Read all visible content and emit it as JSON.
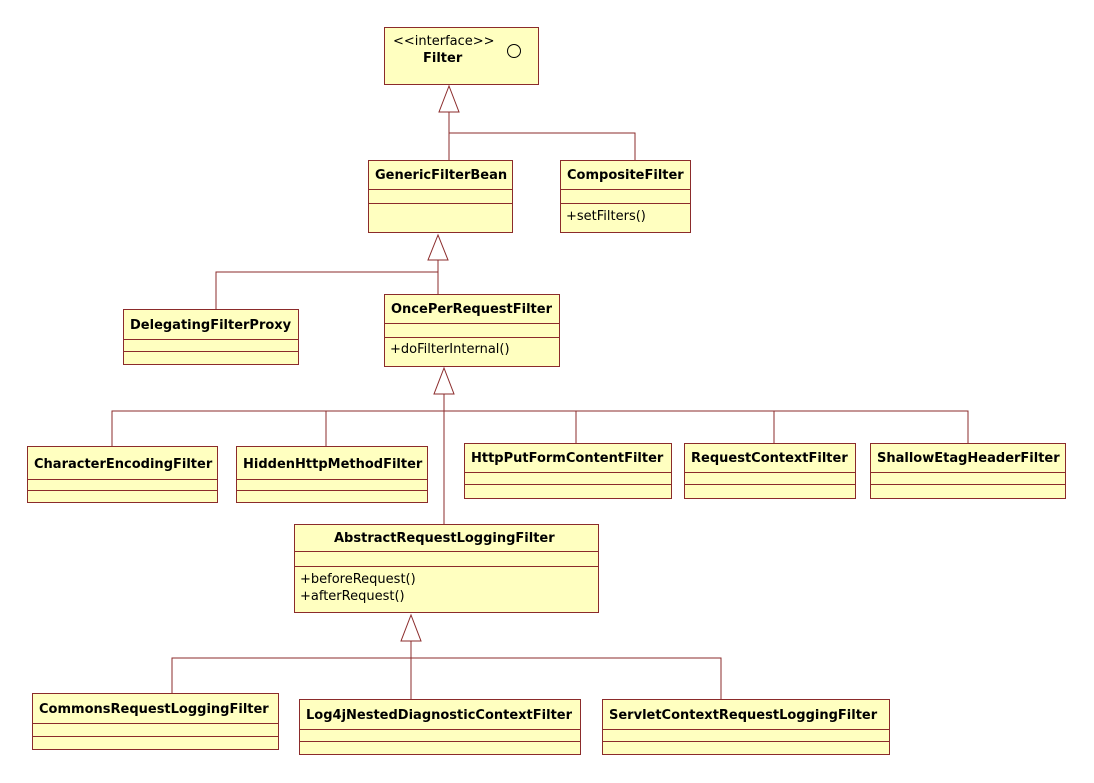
{
  "colors": {
    "fill": "#ffffc0",
    "stroke": "#8b2b2b"
  },
  "filter": {
    "stereotype": "<<interface>>",
    "name": "Filter",
    "icon": "interface-circle-icon"
  },
  "classes": {
    "generic_filter_bean": {
      "name": "GenericFilterBean"
    },
    "composite_filter": {
      "name": "CompositeFilter",
      "ops": [
        "+setFilters()"
      ]
    },
    "delegating_filter_proxy": {
      "name": "DelegatingFilterProxy"
    },
    "once_per_request_filter": {
      "name": "OncePerRequestFilter",
      "ops": [
        "+doFilterInternal()"
      ]
    },
    "character_encoding_filter": {
      "name": "CharacterEncodingFilter"
    },
    "hidden_http_method_filter": {
      "name": "HiddenHttpMethodFilter"
    },
    "http_put_form_content_filter": {
      "name": "HttpPutFormContentFilter"
    },
    "request_context_filter": {
      "name": "RequestContextFilter"
    },
    "shallow_etag_header_filter": {
      "name": "ShallowEtagHeaderFilter"
    },
    "abstract_request_logging_filter": {
      "name": "AbstractRequestLoggingFilter",
      "ops": [
        "+beforeRequest()",
        "+afterRequest()"
      ]
    },
    "commons_request_logging_filter": {
      "name": "CommonsRequestLoggingFilter"
    },
    "log4j_nested_diagnostic_context_filter": {
      "name": "Log4jNestedDiagnosticContextFilter"
    },
    "servlet_context_request_logging_filter": {
      "name": "ServletContextRequestLoggingFilter"
    }
  }
}
